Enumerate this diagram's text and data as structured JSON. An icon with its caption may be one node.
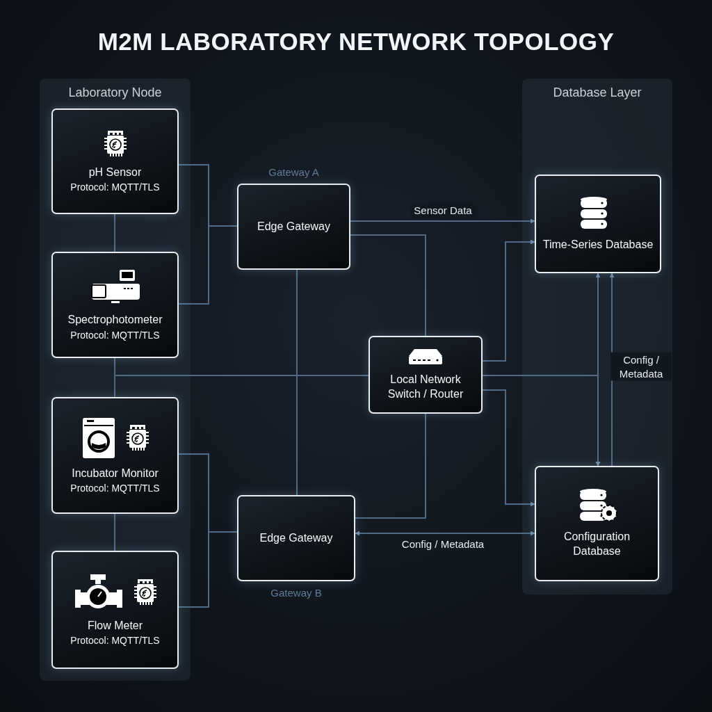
{
  "diagram": {
    "title": "M2M LABORATORY NETWORK TOPOLOGY",
    "nodes": [
      {
        "text": [
          "Laboratory Node"
        ]
      },
      {
        "text": [
          "pH Sensor",
          "Protocol: MQTT/TLS"
        ],
        "in": 0
      },
      {
        "text": [
          "Spectrophotometer",
          "Protocol: MQTT/TLS"
        ],
        "in": 0
      },
      {
        "text": [
          "Incubator Monitor",
          "Protocol: MQTT/TLS"
        ],
        "in": 0
      },
      {
        "text": [
          "Flow Meter",
          "Protocol: MQTT/TLS"
        ],
        "in": 0
      },
      {
        "text": [
          "Database Layer"
        ]
      },
      {
        "text": [
          "Time-Series Database"
        ],
        "in": 5
      },
      {
        "text": [
          "Configuration Database"
        ],
        "in": 5
      },
      {
        "text": [
          "Edge Gateway"
        ],
        "beside": [
          "Gateway A"
        ]
      },
      {
        "text": [
          "Edge Gateway"
        ],
        "beside": [
          "Gateway B"
        ]
      },
      {
        "text": [
          "Local Network Switch / Router"
        ]
      }
    ],
    "edges": [
      {
        "from": 1,
        "to": 8,
        "arrow": "none"
      },
      {
        "from": 2,
        "to": 8,
        "arrow": "none"
      },
      {
        "from": 3,
        "to": 9,
        "arrow": "none"
      },
      {
        "from": 4,
        "to": 9,
        "arrow": "none"
      },
      {
        "from": 1,
        "to": 2,
        "arrow": "none"
      },
      {
        "from": 2,
        "to": 3,
        "arrow": "none"
      },
      {
        "from": 3,
        "to": 4,
        "arrow": "none"
      },
      {
        "from": 10,
        "to": 2,
        "arrow": "none"
      },
      {
        "from": 8,
        "to": 6,
        "arrow": "to",
        "label": "Sensor Data"
      },
      {
        "from": 8,
        "to": 10,
        "arrow": "none"
      },
      {
        "from": 8,
        "to": 9,
        "arrow": "none"
      },
      {
        "from": 10,
        "to": 6,
        "arrow": "to"
      },
      {
        "from": 10,
        "to": 7,
        "arrow": "to"
      },
      {
        "from": 6,
        "to": 7,
        "arrow": "both"
      },
      {
        "from": 10,
        "to": 7,
        "arrow": "to"
      },
      {
        "from": 7,
        "to": 6,
        "arrow": "to",
        "label": "Config / Metadata"
      },
      {
        "from": 9,
        "to": 10,
        "arrow": "none"
      },
      {
        "from": 7,
        "to": 9,
        "arrow": "both",
        "label": "Config / Metadata"
      }
    ]
  }
}
